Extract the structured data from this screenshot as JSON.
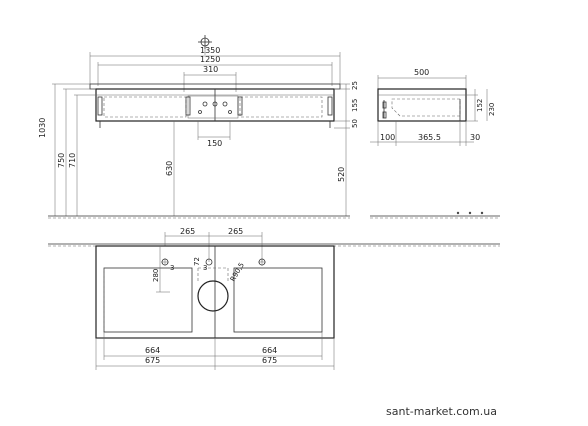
{
  "front_view": {
    "dims_top": [
      "1350",
      "1250",
      "310",
      "150"
    ],
    "dims_left": [
      "1030",
      "750",
      "710",
      "630"
    ],
    "dims_right": [
      "25",
      "155",
      "50",
      "520"
    ]
  },
  "side_view": {
    "dims_top": [
      "500"
    ],
    "dims_right": [
      "152",
      "230"
    ],
    "dims_bottom": [
      "100",
      "365.5",
      "30"
    ]
  },
  "plan_view": {
    "dims_top": [
      "265",
      "265"
    ],
    "dims_left": [
      "280",
      "3"
    ],
    "dims_center": [
      "72",
      "3",
      "R90,5"
    ],
    "dims_bottom": [
      "664",
      "664",
      "675",
      "675"
    ]
  },
  "watermark": "sant-market.com.ua"
}
